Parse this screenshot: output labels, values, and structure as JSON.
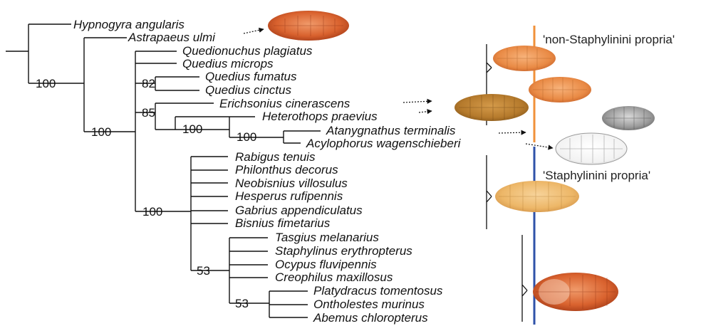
{
  "taxa": [
    "Hypnogyra angularis",
    "Astrapaeus ulmi",
    "Quedionuchus plagiatus",
    "Quedius microps",
    "Quedius fumatus",
    "Quedius cinctus",
    "Erichsonius cinerascens",
    "Heterothops praevius",
    "Atanygnathus terminalis",
    "Acylophorus wagenschieberi",
    "Rabigus tenuis",
    "Philonthus decorus",
    "Neobisnius villosulus",
    "Hesperus rufipennis",
    "Gabrius appendiculatus",
    "Bisnius fimetarius",
    "Tasgius melanarius",
    "Staphylinus erythropterus",
    "Ocypus fluvipennis",
    "Creophilus maxillosus",
    "Platydracus tomentosus",
    "Ontholestes murinus",
    "Abemus chloropterus"
  ],
  "support_values": [
    "100",
    "100",
    "82",
    "85",
    "100",
    "100",
    "100",
    "53",
    "53"
  ],
  "groups": {
    "non_staphylinini": "'non-Staphylinini propria'",
    "staphylinini": "'Staphylinini propria'"
  },
  "colors": {
    "non_staphylinini_line": "#f0913a",
    "staphylinini_line": "#2f52a8",
    "branch": "#111111"
  }
}
